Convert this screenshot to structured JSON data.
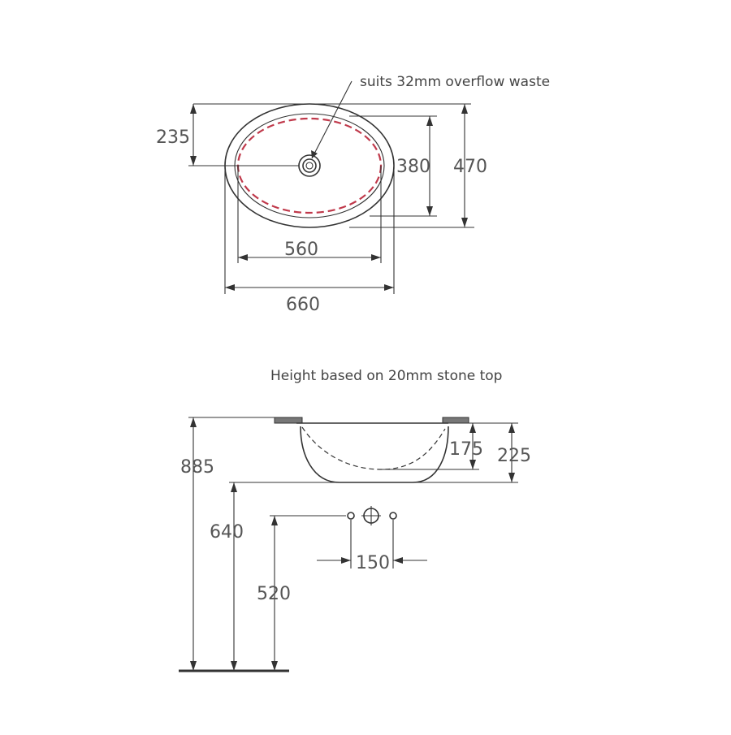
{
  "colors": {
    "line": "#333333",
    "text": "#555555",
    "accent_dashed": "#c0394b"
  },
  "plan_view": {
    "overflow_note": "suits 32mm overflow waste",
    "dim_235": "235",
    "dim_380": "380",
    "dim_470": "470",
    "dim_560": "560",
    "dim_660": "660"
  },
  "side_view": {
    "height_note": "Height based on 20mm stone top",
    "dim_885": "885",
    "dim_175": "175",
    "dim_225": "225",
    "dim_640": "640",
    "dim_520": "520",
    "dim_150": "150"
  },
  "icons": [
    "waste-outlet-icon",
    "tap-hole-icon",
    "stone-top-hatch"
  ]
}
